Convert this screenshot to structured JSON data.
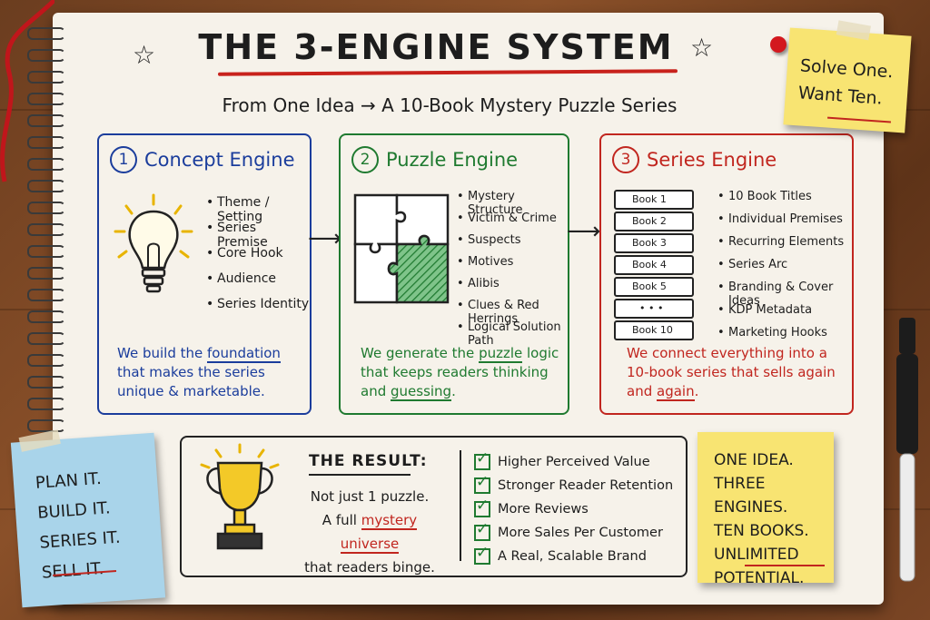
{
  "title": "THE 3-ENGINE SYSTEM",
  "subtitle": "From One Idea → A 10-Book Mystery Puzzle Series",
  "engines": [
    {
      "number": "1",
      "name": "Concept Engine",
      "items": [
        "Theme / Setting",
        "Series Premise",
        "Core Hook",
        "Audience",
        "Series Identity"
      ],
      "caption_pre": "We build the ",
      "caption_key": "foundation",
      "caption_post": " that makes the series unique & marketable.",
      "color": "#1b3d9c"
    },
    {
      "number": "2",
      "name": "Puzzle Engine",
      "items": [
        "Mystery Structure",
        "Victim & Crime",
        "Suspects",
        "Motives",
        "Alibis",
        "Clues & Red Herrings",
        "Logical Solution Path"
      ],
      "caption_pre": "We generate the ",
      "caption_key": "puzzle",
      "caption_mid": " logic that keeps readers thinking and ",
      "caption_key2": "guessing",
      "caption_post": ".",
      "color": "#1f7a30"
    },
    {
      "number": "3",
      "name": "Series Engine",
      "items": [
        "10 Book Titles",
        "Individual Premises",
        "Recurring Elements",
        "Series Arc",
        "Branding & Cover Ideas",
        "KDP Metadata",
        "Marketing Hooks"
      ],
      "books": [
        "Book 1",
        "Book 2",
        "Book 3",
        "Book 4",
        "Book 5",
        "• • •",
        "Book 10"
      ],
      "caption_pre": "We connect everything into a 10-book series that sells again and ",
      "caption_key": "again",
      "caption_post": ".",
      "color": "#c1261f"
    }
  ],
  "result": {
    "title": "THE RESULT:",
    "line1": "Not just 1 puzzle.",
    "line2_pre": "A full ",
    "line2_key": "mystery universe",
    "line3": "that readers binge.",
    "benefits": [
      "Higher Perceived Value",
      "Stronger Reader Retention",
      "More Reviews",
      "More Sales Per Customer",
      "A Real, Scalable Brand"
    ]
  },
  "notes": {
    "top_right": [
      "Solve One.",
      "Want Ten."
    ],
    "left_blue": [
      "PLAN IT.",
      "BUILD IT.",
      "SERIES IT.",
      "SELL IT."
    ],
    "bottom_right": [
      "ONE IDEA.",
      "THREE ENGINES.",
      "TEN BOOKS.",
      "UNLIMITED",
      "POTENTIAL."
    ]
  },
  "icons": [
    "lightbulb-icon",
    "puzzle-icon",
    "books-stack-icon",
    "trophy-icon",
    "star-icon",
    "checkbox-icon",
    "pushpin-icon",
    "marker-icon"
  ]
}
